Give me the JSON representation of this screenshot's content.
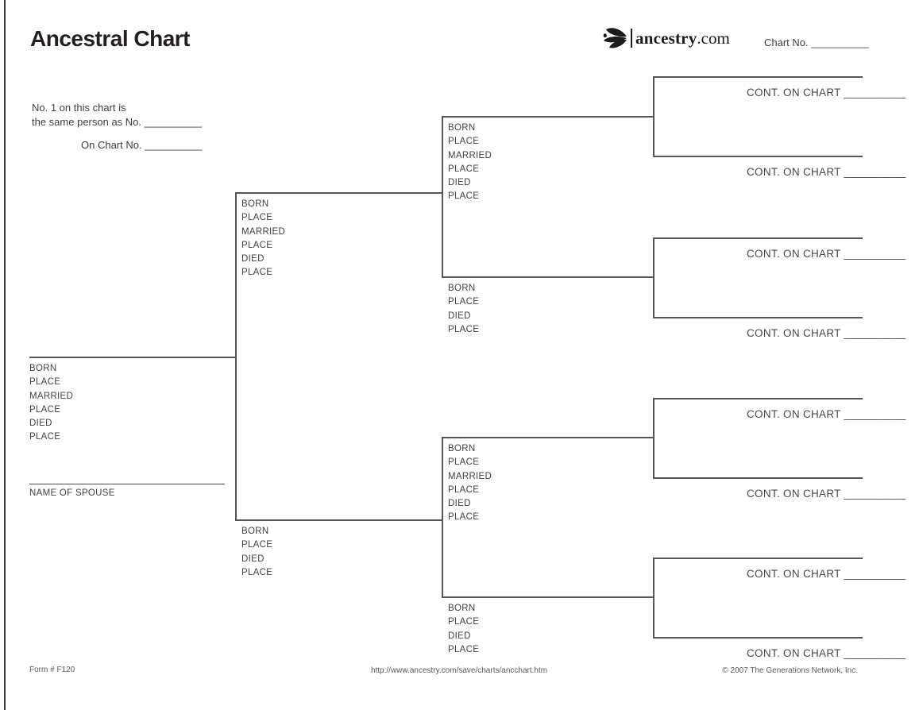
{
  "header": {
    "title": "Ancestral Chart",
    "logo_brand": "ancestry",
    "logo_tld": ".com",
    "chart_no": "Chart No. __________"
  },
  "intro": {
    "line1": "No. 1 on this chart is",
    "line2": "the same person as No. __________",
    "line3": "On Chart No. __________"
  },
  "persons": {
    "subject": {
      "labels": [
        "BORN",
        "PLACE",
        "MARRIED",
        "PLACE",
        "DIED",
        "PLACE"
      ],
      "spouse_label": "NAME OF SPOUSE"
    },
    "father": {
      "labels": [
        "BORN",
        "PLACE",
        "MARRIED",
        "PLACE",
        "DIED",
        "PLACE"
      ]
    },
    "mother": {
      "labels": [
        "BORN",
        "PLACE",
        "DIED",
        "PLACE"
      ]
    },
    "paternal_grandfather": {
      "labels": [
        "BORN",
        "PLACE",
        "MARRIED",
        "PLACE",
        "DIED",
        "PLACE"
      ]
    },
    "paternal_grandmother": {
      "labels": [
        "BORN",
        "PLACE",
        "DIED",
        "PLACE"
      ]
    },
    "maternal_grandfather": {
      "labels": [
        "BORN",
        "PLACE",
        "MARRIED",
        "PLACE",
        "DIED",
        "PLACE"
      ]
    },
    "maternal_grandmother": {
      "labels": [
        "BORN",
        "PLACE",
        "DIED",
        "PLACE"
      ]
    }
  },
  "cont_slots": [
    {
      "text": "CONT. ON CHART __________"
    },
    {
      "text": "CONT. ON CHART __________"
    },
    {
      "text": "CONT. ON CHART __________"
    },
    {
      "text": "CONT. ON CHART __________"
    },
    {
      "text": "CONT. ON CHART __________"
    },
    {
      "text": "CONT. ON CHART __________"
    },
    {
      "text": "CONT. ON CHART __________"
    },
    {
      "text": "CONT. ON CHART __________"
    }
  ],
  "footer": {
    "form_number": "Form # F120",
    "url": "http://www.ancestry.com/save/charts/ancchart.htm",
    "copyright": "© 2007 The Generations Network, Inc."
  },
  "colors": {
    "line": "#56565a",
    "label_text": "#414145",
    "title_text": "#231f20",
    "footer_text": "#58595b"
  }
}
